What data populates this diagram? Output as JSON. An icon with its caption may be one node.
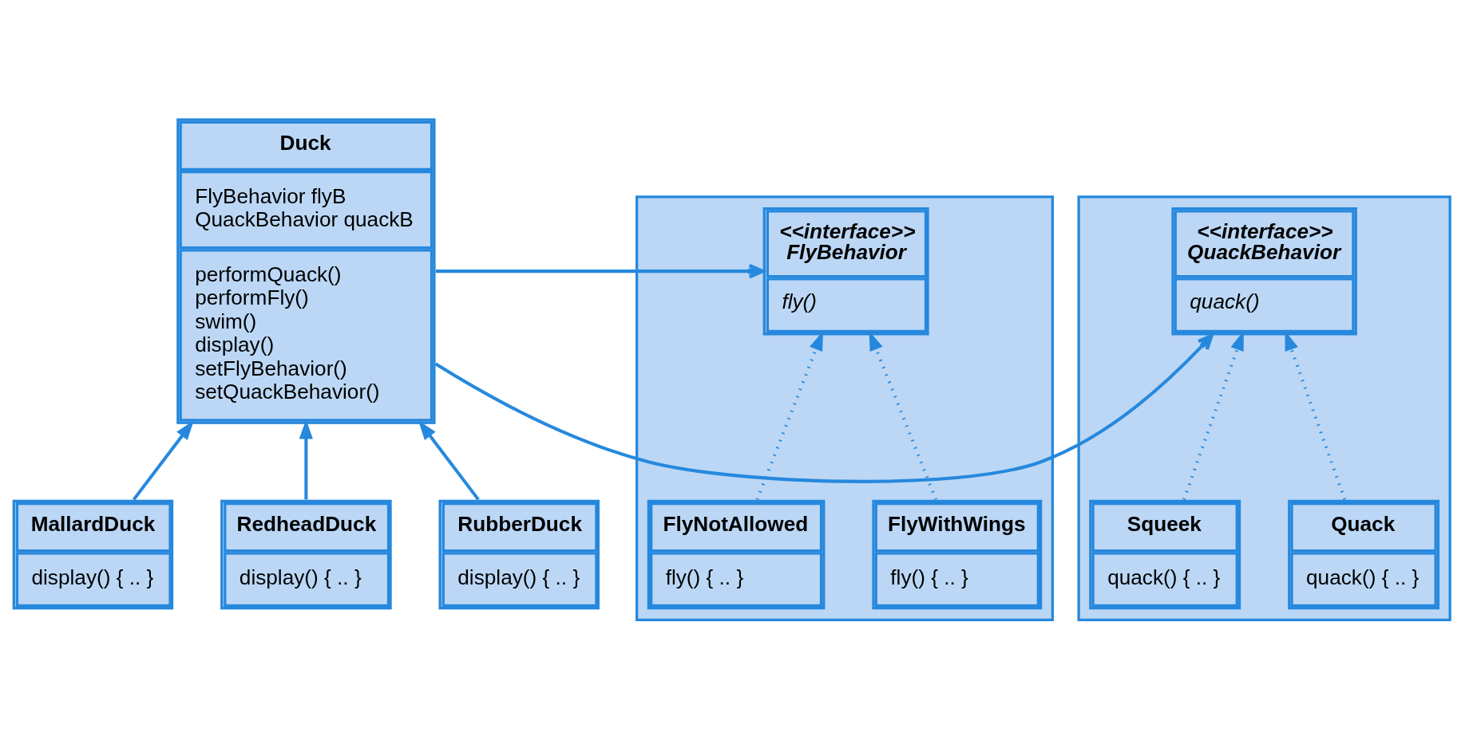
{
  "diagram": {
    "nodes": [
      {
        "text": [
          "Duck",
          "FlyBehavior flyB QuackBehavior quackB",
          "performQuack() performFly() swim() display() setFlyBehavior() setQuackBehavior()"
        ]
      },
      {
        "text": [],
        "shape": "box"
      },
      {
        "text": [
          "<<interface>> FlyBehavior",
          "fly()"
        ],
        "in": 1
      },
      {
        "text": [
          "FlyWithWings",
          "fly() { .. }"
        ],
        "in": 1
      },
      {
        "text": [
          "FlyNotAllowed",
          "fly() { .. }"
        ],
        "in": 1
      },
      {
        "text": [],
        "shape": "box"
      },
      {
        "text": [
          "<<interface>> QuackBehavior",
          "quack()"
        ],
        "in": 5
      },
      {
        "text": [
          "Quack",
          "quack() { .. }"
        ],
        "in": 5
      },
      {
        "text": [
          "Squeek",
          "quack() { .. }"
        ],
        "in": 5
      },
      {
        "text": [
          "MallardDuck",
          "display() { .. }"
        ]
      },
      {
        "text": [
          "RedheadDuck",
          "display() { .. }"
        ]
      },
      {
        "text": [
          "RubberDuck",
          "display() { .. }"
        ]
      }
    ],
    "edges": [
      {
        "from": 0,
        "to": 2,
        "arrow": "to"
      },
      {
        "from": 0,
        "to": 6,
        "arrow": "to"
      },
      {
        "from": 3,
        "to": 2,
        "arrow": "to",
        "style": "dashed"
      },
      {
        "from": 4,
        "to": 2,
        "arrow": "to",
        "style": "dashed"
      },
      {
        "from": 7,
        "to": 6,
        "arrow": "to",
        "style": "dashed"
      },
      {
        "from": 8,
        "to": 6,
        "arrow": "to",
        "style": "dashed"
      },
      {
        "from": 9,
        "to": 0,
        "arrow": "to"
      },
      {
        "from": 10,
        "to": 0,
        "arrow": "to"
      },
      {
        "from": 11,
        "to": 0,
        "arrow": "to"
      }
    ]
  }
}
